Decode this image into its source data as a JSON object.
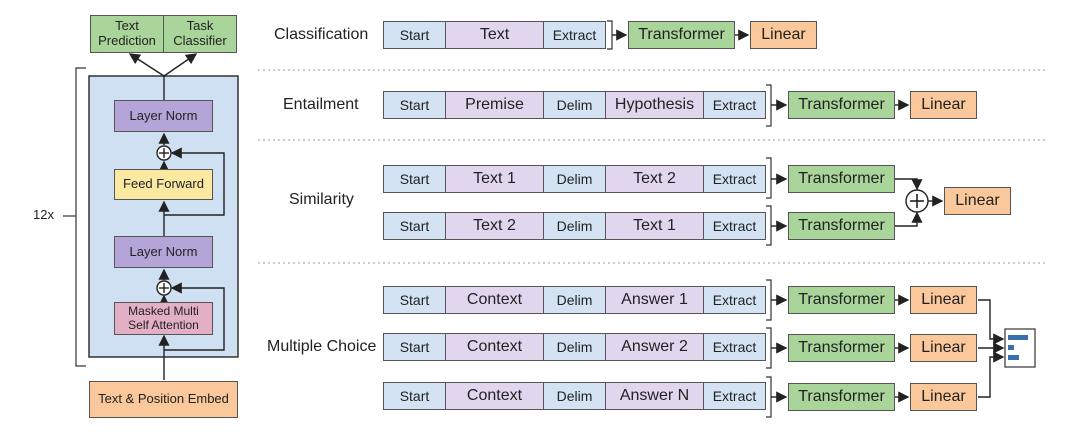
{
  "left_model": {
    "heads": [
      "Text\nPrediction",
      "Task\nClassifier"
    ],
    "layer_norm_top": "Layer Norm",
    "feed_forward": "Feed Forward",
    "layer_norm_bottom": "Layer Norm",
    "attention": "Masked Multi\nSelf Attention",
    "embed": "Text & Position Embed",
    "repeat": "12x"
  },
  "tasks": {
    "classification": {
      "label": "Classification",
      "segments": [
        "Start",
        "Text",
        "Extract"
      ],
      "transformer": "Transformer",
      "linear": "Linear"
    },
    "entailment": {
      "label": "Entailment",
      "segments": [
        "Start",
        "Premise",
        "Delim",
        "Hypothesis",
        "Extract"
      ],
      "transformer": "Transformer",
      "linear": "Linear"
    },
    "similarity": {
      "label": "Similarity",
      "rows": [
        [
          "Start",
          "Text 1",
          "Delim",
          "Text 2",
          "Extract"
        ],
        [
          "Start",
          "Text 2",
          "Delim",
          "Text 1",
          "Extract"
        ]
      ],
      "transformer": "Transformer",
      "linear": "Linear",
      "plus": "+"
    },
    "multiple_choice": {
      "label": "Multiple Choice",
      "rows": [
        [
          "Start",
          "Context",
          "Delim",
          "Answer 1",
          "Extract"
        ],
        [
          "Start",
          "Context",
          "Delim",
          "Answer 2",
          "Extract"
        ],
        [
          "Start",
          "Context",
          "Delim",
          "Answer N",
          "Extract"
        ]
      ],
      "transformer": "Transformer",
      "linear": "Linear"
    }
  },
  "colors": {
    "token_blue": "#d4e3f3",
    "token_purple": "#e2d6ef",
    "transformer_green": "#a9d49a",
    "linear_orange": "#fac89a",
    "layer_norm": "#b4a4d8",
    "feed_forward": "#fbe9a1",
    "attention": "#e3afc4",
    "panel": "#cfe0f3"
  },
  "icons": [
    "add-circle-icon",
    "softmax-bars-icon"
  ]
}
